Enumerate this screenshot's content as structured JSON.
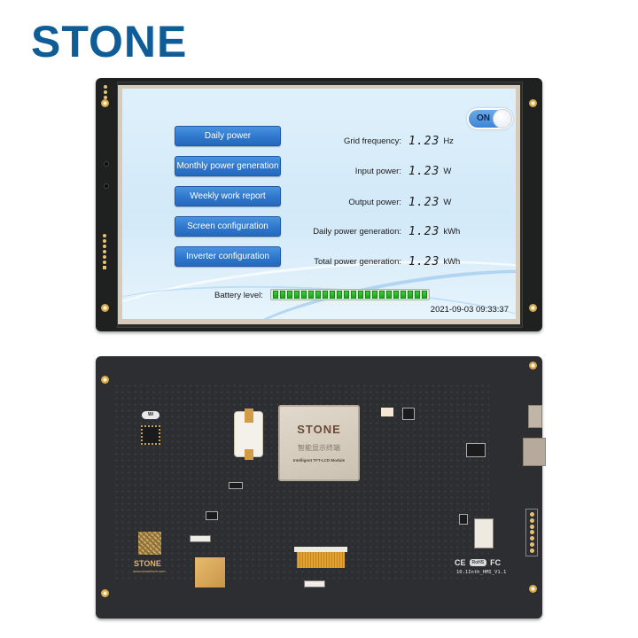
{
  "brand": {
    "logo_text": "STONE",
    "color": "#0f5d96"
  },
  "screen": {
    "toggle": {
      "label": "ON",
      "state": "on"
    },
    "menu_buttons": [
      {
        "label": "Daily power"
      },
      {
        "label": "Monthly power generation"
      },
      {
        "label": "Weekly work report"
      },
      {
        "label": "Screen configuration"
      },
      {
        "label": "Inverter configuration"
      }
    ],
    "metrics": [
      {
        "label": "Grid frequency:",
        "value": "1.23",
        "unit": "Hz"
      },
      {
        "label": "Input power:",
        "value": "1.23",
        "unit": "W"
      },
      {
        "label": "Output power:",
        "value": "1.23",
        "unit": "W"
      },
      {
        "label": "Daily power generation:",
        "value": "1.23",
        "unit": "kWh"
      },
      {
        "label": "Total power generation:",
        "value": "1.23",
        "unit": "kWh"
      }
    ],
    "battery": {
      "label": "Battery level:",
      "segments": 22,
      "color": "#22b322"
    },
    "datetime": "2021-09-03 09:33:37"
  },
  "board_back": {
    "chip": {
      "brand": "STONE",
      "chinese": "智能显示终端",
      "subtitle": "Intelligent TFT-LCD Module"
    },
    "qr_brand": "STONE",
    "qr_url": "www.stoneitech.com",
    "wifi_label": "Wi",
    "certifications": [
      "CE",
      "RoHS",
      "FC"
    ],
    "model": "10.1Inth_HMI_V1.1"
  }
}
